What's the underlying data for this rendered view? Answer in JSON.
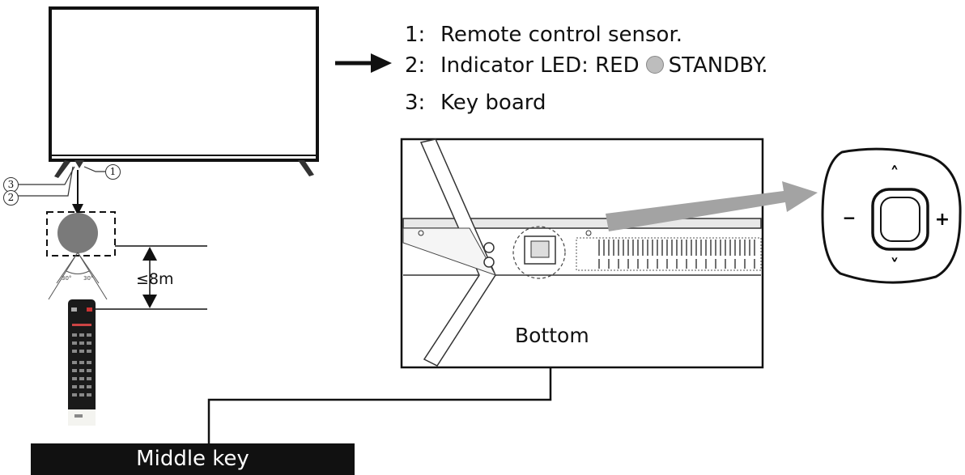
{
  "legend": {
    "items": [
      {
        "number": "1:",
        "text": "Remote control sensor."
      },
      {
        "number": "2:",
        "text_before": "Indicator LED: RED",
        "text_after": "STANDBY."
      },
      {
        "number": "3:",
        "text": "Key board"
      }
    ]
  },
  "callouts": {
    "one": "1",
    "two": "2",
    "three": "3"
  },
  "range": {
    "label": "≤8m",
    "angle_left": "30°",
    "angle_right": "30°"
  },
  "bottom_view": {
    "label": "Bottom"
  },
  "middle_key": {
    "label": "Middle key"
  },
  "keypad": {
    "up": "˄",
    "down": "˅",
    "minus": "−",
    "plus": "+"
  },
  "colors": {
    "led": "#bdbdbd",
    "sensor": "#7a7a7a",
    "arrow_gray": "#a3a3a3"
  }
}
